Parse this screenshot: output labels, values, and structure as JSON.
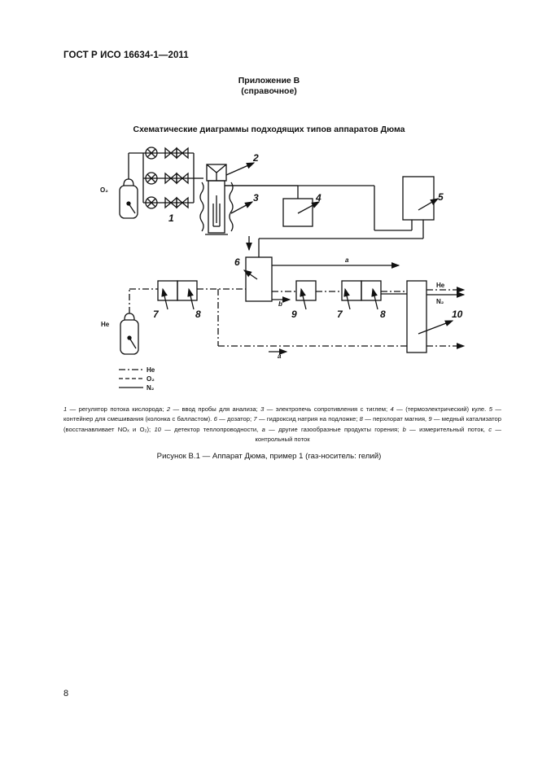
{
  "header": {
    "standard": "ГОСТ Р ИСО 16634-1—2011"
  },
  "annex": {
    "title": "Приложение В",
    "subtitle": "(справочное)"
  },
  "figure": {
    "heading": "Схематические диаграммы подходящих типов аппаратов Дюма",
    "labels": {
      "n1": "1",
      "n2": "2",
      "n3": "3",
      "n4": "4",
      "n5": "5",
      "n6": "6",
      "n7a": "7",
      "n8a": "8",
      "n9": "9",
      "n7b": "7",
      "n8b": "8",
      "n10": "10",
      "o2": "O₂",
      "he_cyl": "He",
      "he_out": "He",
      "n2_out": "N₂",
      "flow_a_top": "a",
      "flow_a_bottom": "a",
      "flow_b": "b"
    },
    "line_legend": [
      {
        "label": "He",
        "style": "dash-dot"
      },
      {
        "label": "O₂",
        "style": "dashed"
      },
      {
        "label": "N₂",
        "style": "solid"
      }
    ]
  },
  "legend": {
    "items": [
      {
        "num": "1",
        "text": "регулятор потока кислорода;"
      },
      {
        "num": "2",
        "text": "ввод пробы для анализа;"
      },
      {
        "num": "3",
        "text": "электропечь сопротивления с тиглем;"
      },
      {
        "num": "4",
        "text": "(термоэлектрический) куле."
      },
      {
        "num": "5",
        "text": "контейнер для смешивания (колонка с балластом)."
      },
      {
        "num": "6",
        "text": "дозатор;"
      },
      {
        "num": "7",
        "text": "гидроксид натрия на подложке;"
      },
      {
        "num": "8",
        "text": "перхлорат магния,"
      },
      {
        "num": "9",
        "text": "медный катализатор (восстанавливает NOₓ и O₂);"
      },
      {
        "num": "10",
        "text": "детектор теплопроводности,"
      },
      {
        "num": "a",
        "text": "другие газообразные продукты горения;"
      },
      {
        "num": "b",
        "text": "измерительный поток,"
      },
      {
        "num": "c",
        "text": "контрольный поток"
      }
    ]
  },
  "caption": "Рисунок В.1 — Аппарат Дюма, пример 1 (газ-носитель: гелий)",
  "page_number": "8"
}
